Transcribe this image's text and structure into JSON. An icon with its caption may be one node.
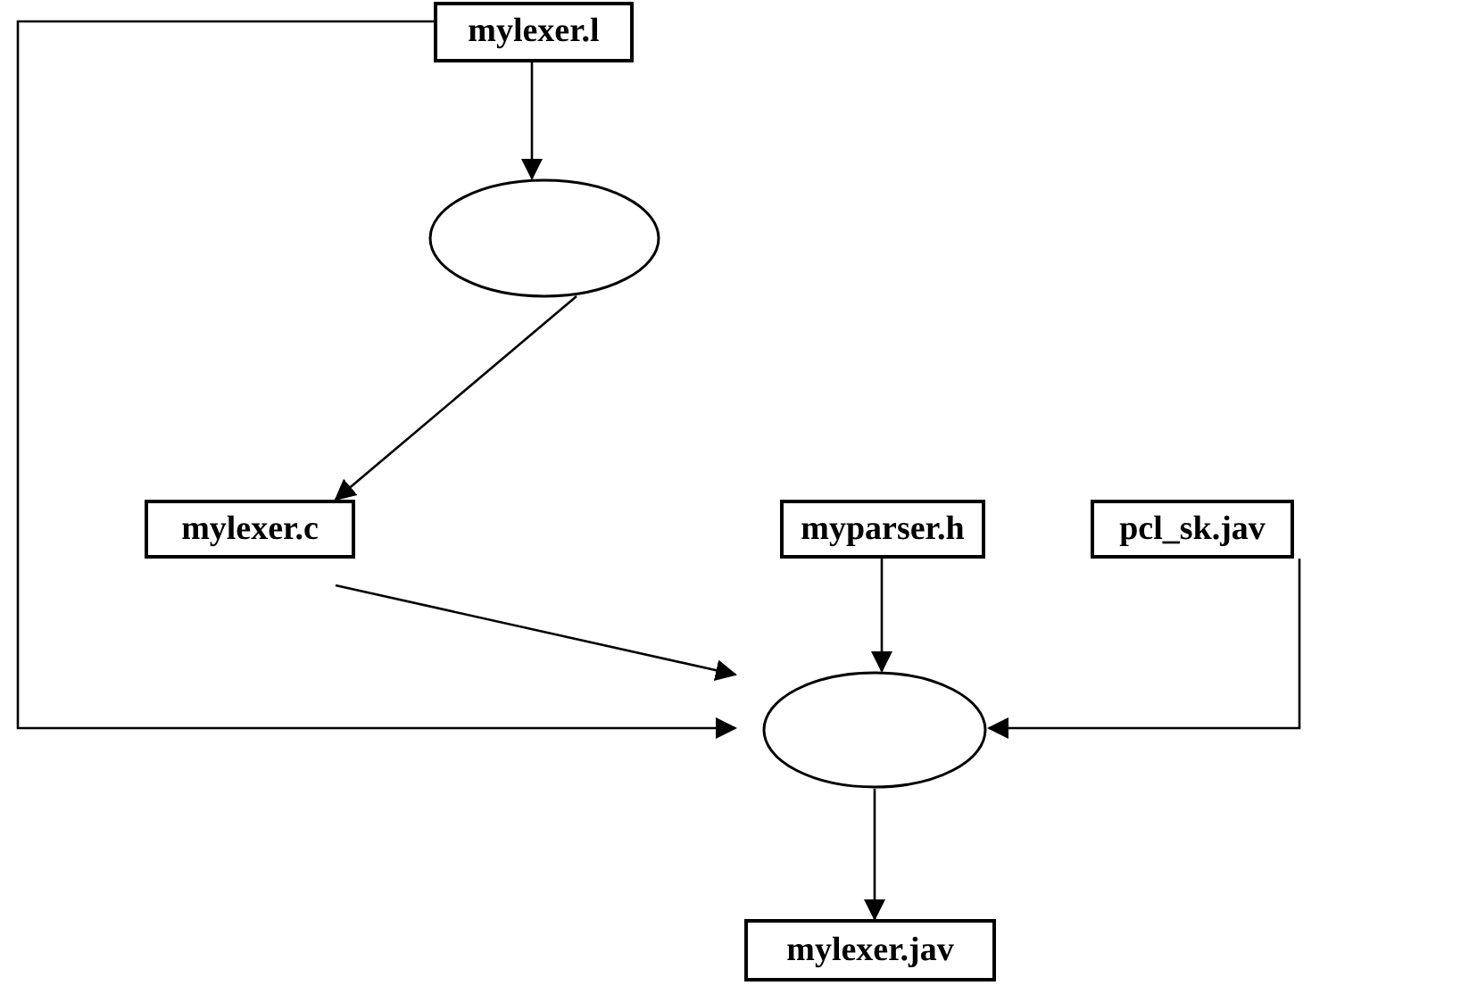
{
  "diagram": {
    "nodes": [
      {
        "text": [
          "mylexer.l"
        ]
      },
      {
        "text": [],
        "shape": "ellipse"
      },
      {
        "text": [
          "mylexer.c"
        ]
      },
      {
        "text": [
          "myparser.h"
        ]
      },
      {
        "text": [
          "pcl_sk.jav"
        ]
      },
      {
        "text": [],
        "shape": "ellipse"
      },
      {
        "text": [
          "mylexer.jav"
        ]
      }
    ],
    "edges": [
      {
        "from": 0,
        "to": 1,
        "arrow": "to"
      },
      {
        "from": 1,
        "to": 2,
        "arrow": "to"
      },
      {
        "from": 2,
        "to": 5,
        "arrow": "to"
      },
      {
        "from": 0,
        "to": 5,
        "arrow": "to"
      },
      {
        "from": 3,
        "to": 5,
        "arrow": "to"
      },
      {
        "from": 4,
        "to": 5,
        "arrow": "to"
      },
      {
        "from": 5,
        "to": 6,
        "arrow": "to"
      }
    ]
  }
}
